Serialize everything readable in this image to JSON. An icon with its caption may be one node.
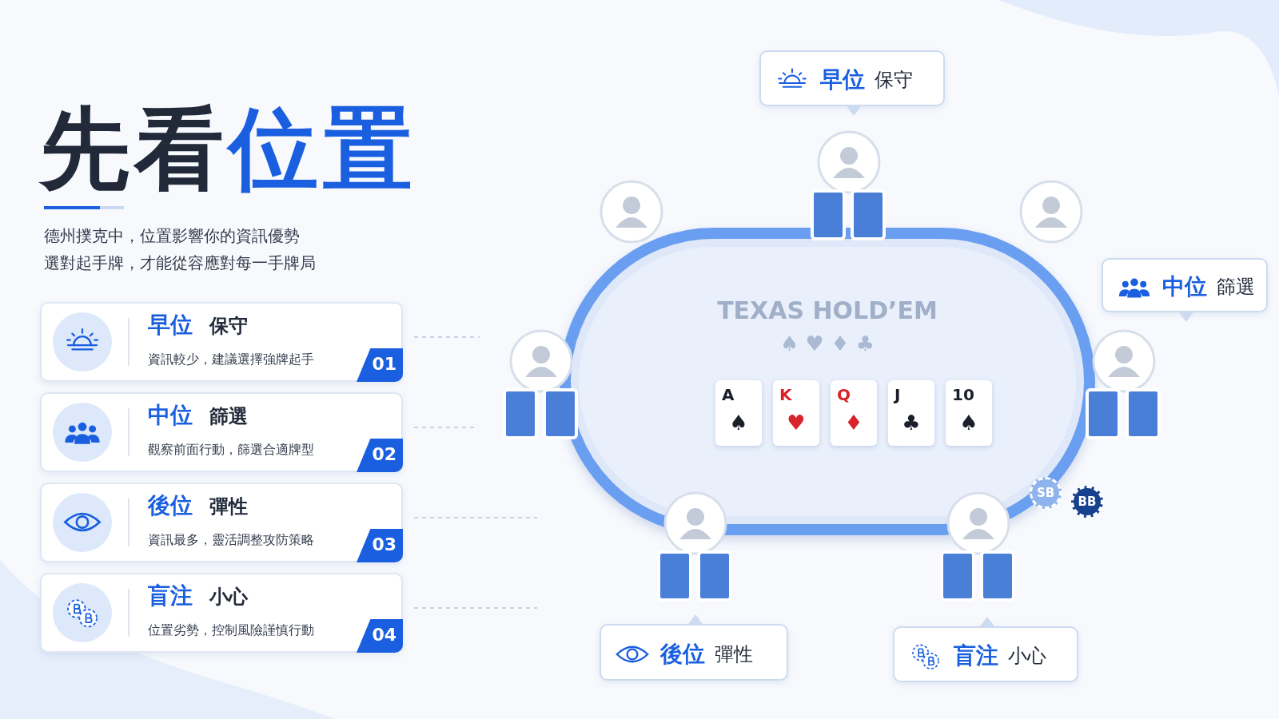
{
  "diagram": {
    "title": "先看位置",
    "nodes": [
      {
        "text": [
          "早位",
          "保守",
          "資訊較少，建議選擇強牌起手",
          "01"
        ]
      },
      {
        "text": [
          "中位",
          "篩選",
          "觀察前面行動，篩選合適牌型",
          "02"
        ]
      },
      {
        "text": [
          "後位",
          "彈性",
          "資訊最多，靈活調整攻防策略",
          "03"
        ]
      },
      {
        "text": [
          "盲注",
          "小心",
          "位置劣勢，控制風險謹慎行動",
          "04"
        ]
      },
      {
        "text": [
          "早位",
          "保守"
        ]
      },
      {
        "text": [
          "中位",
          "篩選"
        ]
      },
      {
        "text": [
          "後位",
          "彈性"
        ]
      },
      {
        "text": [
          "盲注",
          "小心"
        ]
      },
      {
        "text": [
          "TEXAS HOLD’EM",
          "♠ ♥ ♦ ♣"
        ]
      },
      {
        "text": [
          "A",
          "♠"
        ],
        "in": 8
      },
      {
        "text": [
          "K",
          "♥"
        ],
        "in": 8
      },
      {
        "text": [
          "Q",
          "♦"
        ],
        "in": 8
      },
      {
        "text": [
          "J",
          "♣"
        ],
        "in": 8
      },
      {
        "text": [
          "10",
          "♠"
        ],
        "in": 8
      },
      {
        "text": [
          "SB"
        ],
        "in": 8
      },
      {
        "text": [
          "BB"
        ]
      }
    ],
    "edges": [
      {
        "from": 0,
        "to": null,
        "arrow": "none",
        "style": "dashed"
      },
      {
        "from": 1,
        "to": null,
        "arrow": "none",
        "style": "dashed"
      },
      {
        "from": 2,
        "to": null,
        "arrow": "none",
        "style": "dashed"
      },
      {
        "from": 3,
        "to": null,
        "arrow": "none",
        "style": "dashed"
      }
    ],
    "labels": [
      "德州撲克中，位置影響你的資訊優勢",
      "選對起手牌，才能從容應對每一手牌局"
    ]
  }
}
